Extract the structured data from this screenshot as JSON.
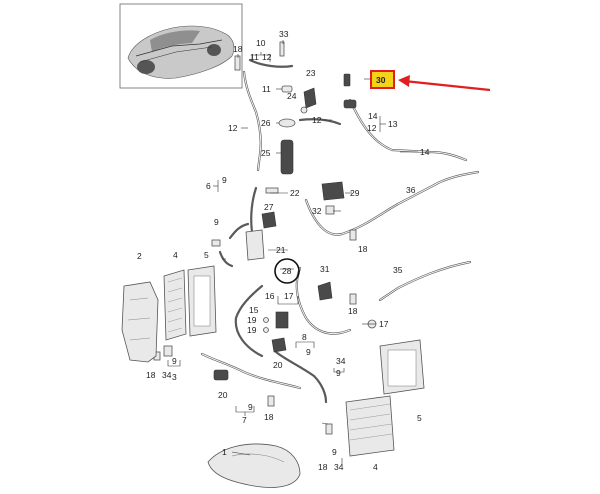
{
  "callouts": {
    "c1": "1",
    "c2": "2",
    "c3": "3",
    "c4": "4",
    "c5": "5",
    "c6": "6",
    "c7": "7",
    "c8": "8",
    "c9": "9",
    "c10": "10",
    "c11": "11",
    "c12": "12",
    "c13": "13",
    "c14": "14",
    "c15": "15",
    "c16": "16",
    "c17": "17",
    "c18": "18",
    "c19": "19",
    "c20": "20",
    "c21": "21",
    "c22": "22",
    "c23": "23",
    "c24": "24",
    "c25": "25",
    "c26": "26",
    "c27": "27",
    "c28": "28",
    "c29": "29",
    "c30": "30",
    "c31": "31",
    "c32": "32",
    "c33": "33",
    "c34": "34",
    "c35": "35",
    "c36": "36"
  },
  "colors": {
    "highlight_fill": "#f5d316",
    "highlight_border": "#e02020",
    "arrow": "#e02020",
    "circle": "#111111"
  },
  "highlighted_part": "30",
  "circled_part": "28"
}
